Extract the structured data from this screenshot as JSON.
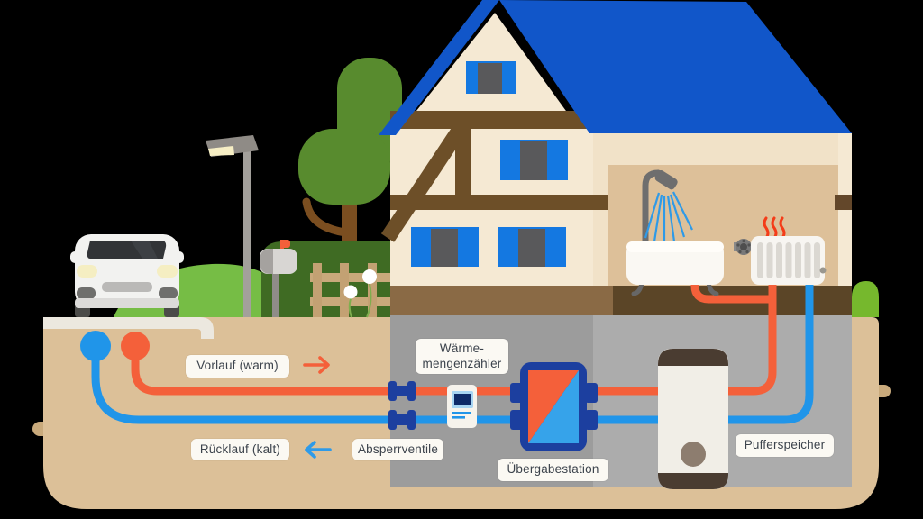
{
  "labels": {
    "supply_pipe": "Vorlauf (warm)",
    "return_pipe": "Rücklauf (kalt)",
    "shutoff_valves": "Absperrventile",
    "heat_meter_line1": "Wärme-",
    "heat_meter_line2": "mengenzähler",
    "transfer_station": "Übergabestation",
    "buffer_tank": "Pufferspeicher"
  },
  "colors": {
    "supply_orange": "#F4603A",
    "return_blue": "#2095E9",
    "equipment_navy": "#1C3F9F",
    "roof_blue": "#1156C9",
    "shutter_blue": "#1478E1",
    "house_cream": "#F5E9D3",
    "interior_tan": "#DDC099",
    "timber_brown": "#6D4F28",
    "ground_tan": "#DCC098",
    "basement_gray_left": "#9C9C9C",
    "basement_gray_right": "#ACACAC",
    "label_background": "#FBF9F3",
    "label_text": "#3C434C"
  },
  "scene_elements": [
    "car",
    "street-lamp",
    "mailbox",
    "tree",
    "hedge",
    "fence",
    "dandelions",
    "house",
    "shower",
    "bathtub",
    "radiator",
    "district-heating-supply-pipe",
    "district-heating-return-pipe",
    "shutoff-valves",
    "heat-meter",
    "transfer-station",
    "buffer-tank"
  ]
}
